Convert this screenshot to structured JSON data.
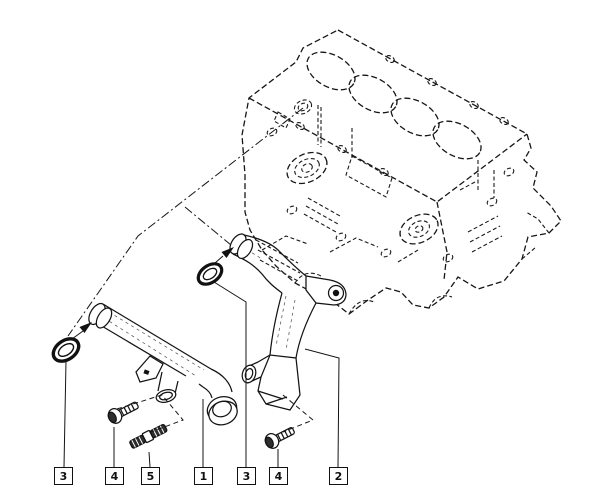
{
  "diagram": {
    "kind": "exploded-parts-line-drawing",
    "colors": {
      "line": "#141414",
      "background": "#ffffff"
    },
    "callouts": [
      {
        "label": "3"
      },
      {
        "label": "4"
      },
      {
        "label": "5"
      },
      {
        "label": "1"
      },
      {
        "label": "3"
      },
      {
        "label": "4"
      },
      {
        "label": "2"
      }
    ]
  }
}
